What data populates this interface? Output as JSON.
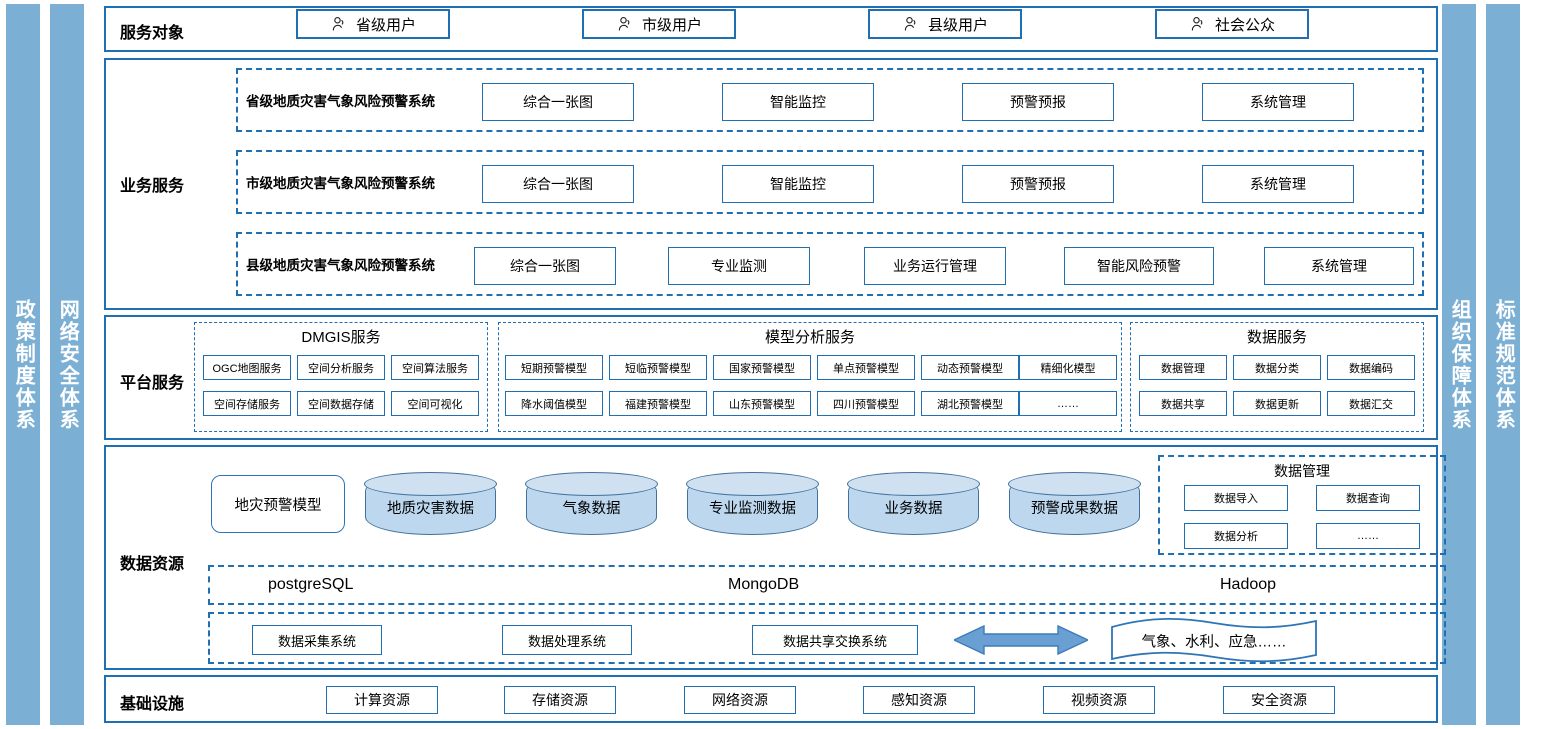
{
  "side_bars": {
    "left": [
      {
        "name": "policy-system",
        "label": "政策制度体系"
      },
      {
        "name": "network-security-system",
        "label": "网络安全体系"
      }
    ],
    "right": [
      {
        "name": "organization-guarantee-system",
        "label": "组织保障体系"
      },
      {
        "name": "standard-specification-system",
        "label": "标准规范体系"
      }
    ]
  },
  "bands": {
    "users": {
      "label": "服务对象"
    },
    "business": {
      "label": "业务服务"
    },
    "platform": {
      "label": "平台服务"
    },
    "data": {
      "label": "数据资源"
    },
    "infra": {
      "label": "基础设施"
    }
  },
  "users": [
    {
      "icon": "person-icon",
      "label": "省级用户"
    },
    {
      "icon": "person-icon",
      "label": "市级用户"
    },
    {
      "icon": "person-icon",
      "label": "县级用户"
    },
    {
      "icon": "person-icon",
      "label": "社会公众"
    }
  ],
  "business_rows": [
    {
      "system": "省级地质灾害气象风险预警系统",
      "modules": [
        "综合一张图",
        "智能监控",
        "预警预报",
        "系统管理"
      ]
    },
    {
      "system": "市级地质灾害气象风险预警系统",
      "modules": [
        "综合一张图",
        "智能监控",
        "预警预报",
        "系统管理"
      ]
    },
    {
      "system": "县级地质灾害气象风险预警系统",
      "modules": [
        "综合一张图",
        "专业监测",
        "业务运行管理",
        "智能风险预警",
        "系统管理"
      ]
    }
  ],
  "platform_groups": [
    {
      "title": "DMGIS服务",
      "row1": [
        "OGC地图服务",
        "空间分析服务",
        "空间算法服务"
      ],
      "row2": [
        "空间存储服务",
        "空间数据存储",
        "空间可视化"
      ]
    },
    {
      "title": "模型分析服务",
      "row1": [
        "短期预警模型",
        "短临预警模型",
        "国家预警模型",
        "单点预警模型",
        "动态预警模型",
        "精细化模型"
      ],
      "row2": [
        "降水阈值模型",
        "福建预警模型",
        "山东预警模型",
        "四川预警模型",
        "湖北预警模型",
        "……"
      ]
    },
    {
      "title": "数据服务",
      "row1": [
        "数据管理",
        "数据分类",
        "数据编码"
      ],
      "row2": [
        "数据共享",
        "数据更新",
        "数据汇交"
      ]
    }
  ],
  "data_resources": {
    "model_box": "地灾预警模型",
    "cylinders": [
      "地质灾害数据",
      "气象数据",
      "专业监测数据",
      "业务数据",
      "预警成果数据"
    ],
    "data_management": {
      "title": "数据管理",
      "items": [
        "数据导入",
        "数据查询",
        "数据分析",
        "……"
      ]
    },
    "databases": [
      "postgreSQL",
      "MongoDB",
      "Hadoop"
    ],
    "systems": [
      "数据采集系统",
      "数据处理系统",
      "数据共享交换系统"
    ],
    "exchange_arrow": "double-arrow-icon",
    "external": "气象、水利、应急……"
  },
  "infrastructure": [
    "计算资源",
    "存储资源",
    "网络资源",
    "感知资源",
    "视频资源",
    "安全资源"
  ],
  "colors": {
    "bar_fill": "#7CAFD4",
    "border_blue": "#1F6FB2",
    "cylinder_fill": "#BDD7EE",
    "cylinder_border": "#41719C",
    "arrow_fill": "#6A9FD4"
  }
}
